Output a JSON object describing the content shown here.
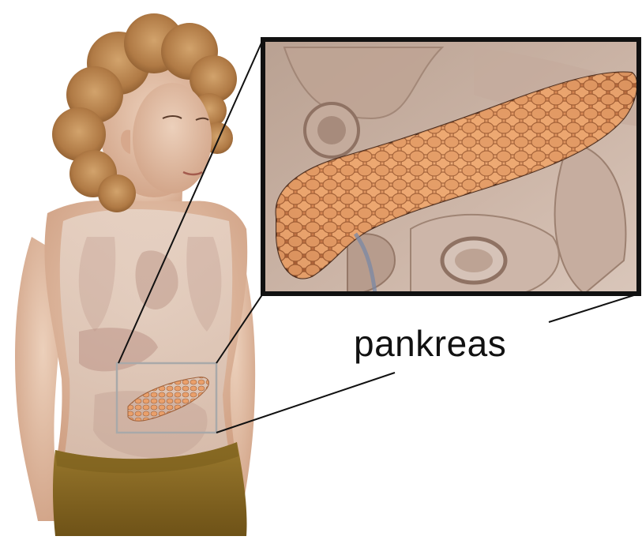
{
  "label": {
    "text": "pankreas"
  },
  "colors": {
    "background": "#ffffff",
    "hair": "#b7864f",
    "skin": "#dcb59a",
    "torso_overlay": "#e3cfc2",
    "pants": "#8c6a25",
    "pancreas": "#d8915e",
    "callout_border": "#111111",
    "callout_bg": "#c9b2a4"
  },
  "icons": [
    "child-figure",
    "pancreas-organ",
    "magnifier-callout"
  ]
}
